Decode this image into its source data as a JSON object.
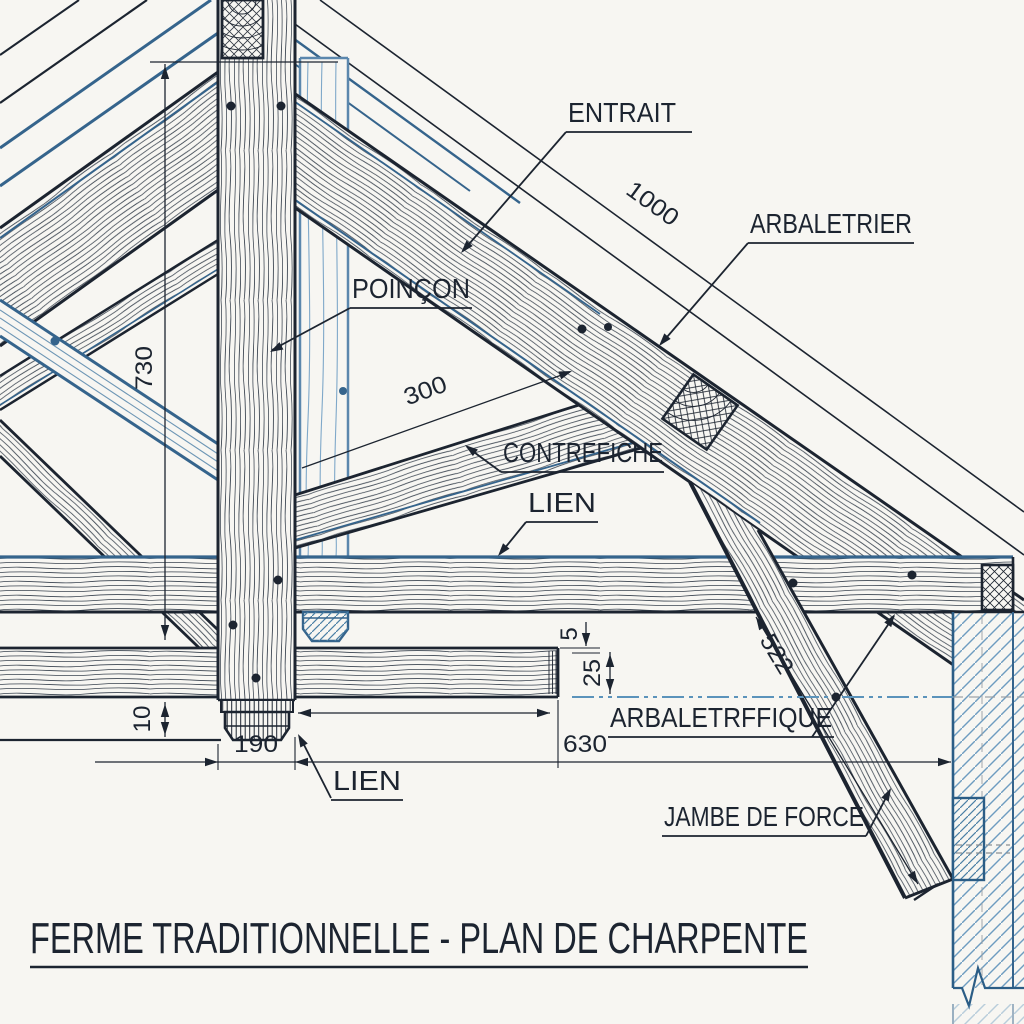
{
  "drawing": {
    "title": "FERME TRADITIONNELLE - PLAN DE CHARPENTE",
    "labels": {
      "entrait": "ENTRAIT",
      "arbaletrier": "ARBALETRIER",
      "poincon": "POINÇON",
      "contrefiche": "CONTREFICHE",
      "lien_upper": "LIEN",
      "lien_lower": "LIEN",
      "arbaletriffique": "ARBALETRFFIQUE",
      "jambe_de_force": "JAMBE DE FORCE"
    },
    "dimensions": {
      "roof": "1000",
      "post_height": "730",
      "contrefiche_offset": "300",
      "gap": "5",
      "axis_offset": "25",
      "jambe_length": "522",
      "span_right": "630",
      "post_width": "190",
      "foot_height": "10"
    },
    "colors": {
      "paper": "#f7f6f2",
      "ink": "#1c2430",
      "blue": "#35648c",
      "light_blue": "#7fa8c9",
      "wall_hatch": "#6e9cc0",
      "centerline": "#5b93bb"
    }
  }
}
